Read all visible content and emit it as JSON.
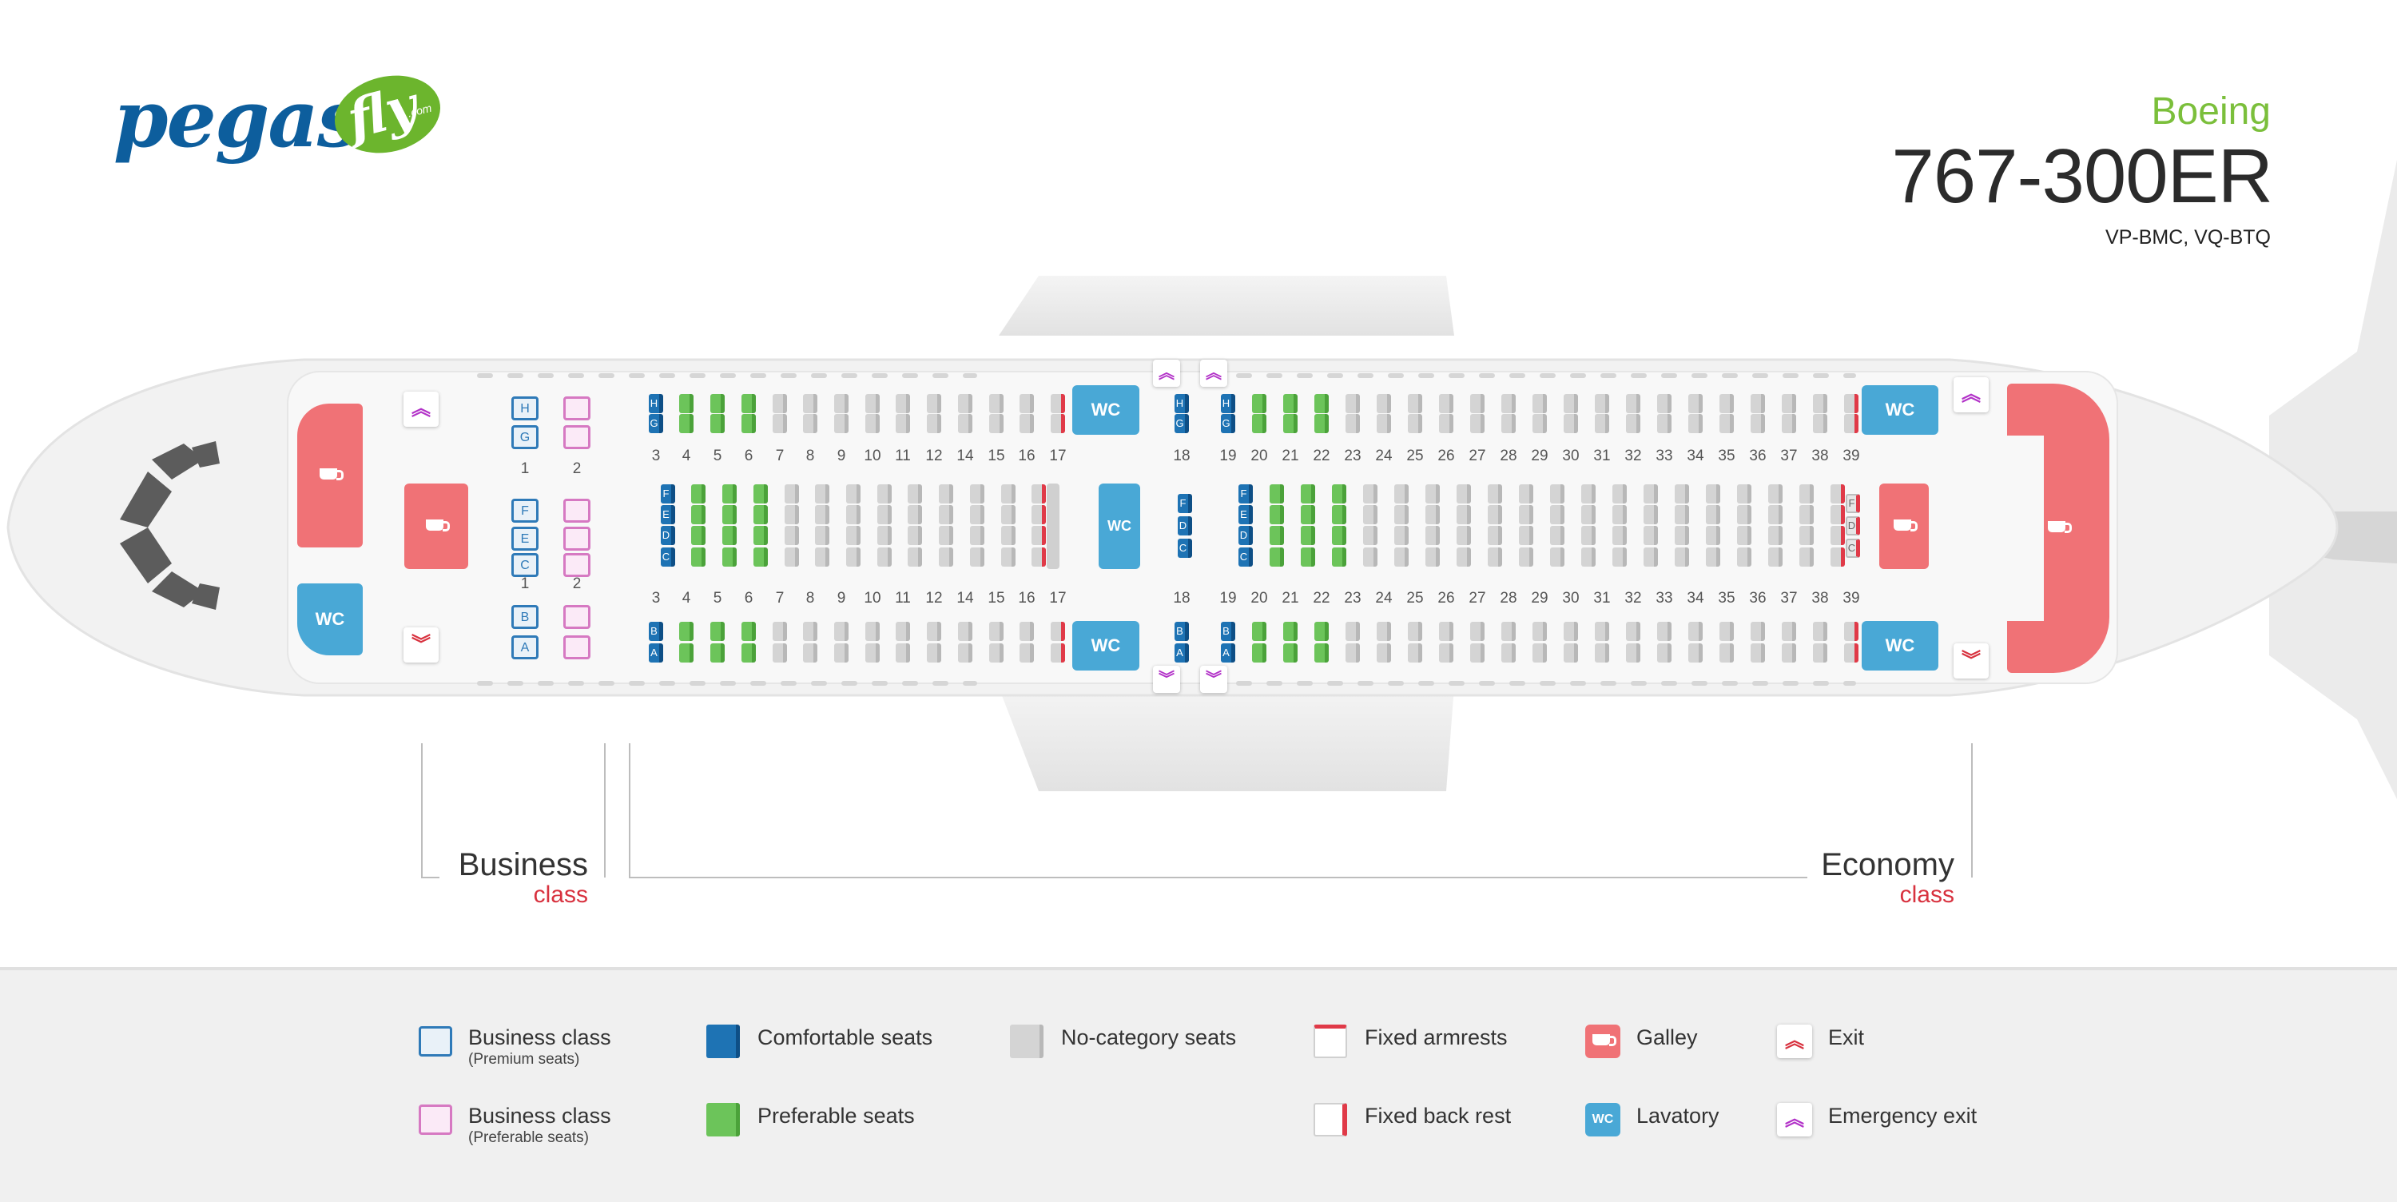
{
  "logo": {
    "text_main": "pegas",
    "text_badge": "fly",
    "text_badge_small": ".com"
  },
  "header": {
    "brand": "Boeing",
    "model": "767-300ER",
    "registrations": "VP-BMC, VQ-BTQ"
  },
  "colors": {
    "business_premium": "#2f7ab8",
    "business_preferable": "#d679c2",
    "comfortable": "#1e73b4",
    "preferable": "#6cc45a",
    "no_category": "#d4d4d4",
    "fixed_armrest": "#e03a48",
    "galley": "#f07276",
    "lavatory": "#49a8d6",
    "exit": "#d8323f",
    "emergency_exit": "#b232c8"
  },
  "facilities": {
    "wc_label": "WC"
  },
  "exits": {
    "exit_symbol": "︽",
    "exit_symbol_down": "︾"
  },
  "cabin": {
    "business_rows": [
      "1",
      "2"
    ],
    "business_letters_top": [
      "H",
      "G"
    ],
    "business_letters_mid": [
      "F",
      "E",
      "C"
    ],
    "business_letters_bot": [
      "B",
      "A"
    ],
    "front_rows": [
      "3",
      "4",
      "5",
      "6",
      "7",
      "8",
      "9",
      "10",
      "11",
      "12",
      "14",
      "15",
      "16",
      "17"
    ],
    "rear_rows": [
      "18",
      "19",
      "20",
      "21",
      "22",
      "23",
      "24",
      "25",
      "26",
      "27",
      "28",
      "29",
      "30",
      "31",
      "32",
      "33",
      "34",
      "35",
      "36",
      "37",
      "38",
      "39"
    ],
    "window_top_letters": [
      "H",
      "G"
    ],
    "center_letters": [
      "F",
      "E",
      "D",
      "C"
    ],
    "window_bottom_letters": [
      "B",
      "A"
    ],
    "row18_center_letters": [
      "F",
      "D",
      "C"
    ],
    "row39_center_letters": [
      "F",
      "D",
      "C"
    ]
  },
  "classes": {
    "business": {
      "name": "Business",
      "sub": "class"
    },
    "economy": {
      "name": "Economy",
      "sub": "class"
    }
  },
  "legend": {
    "business_premium": {
      "label": "Business class",
      "sub": "(Premium seats)"
    },
    "business_preferable": {
      "label": "Business class",
      "sub": "(Preferable seats)"
    },
    "comfortable": {
      "label": "Comfortable seats"
    },
    "preferable": {
      "label": "Preferable seats"
    },
    "no_category": {
      "label": "No-category seats"
    },
    "fixed_armrests": {
      "label": "Fixed armrests"
    },
    "fixed_back_rest": {
      "label": "Fixed back rest"
    },
    "galley": {
      "label": "Galley"
    },
    "lavatory": {
      "label": "Lavatory",
      "icon": "WC"
    },
    "exit": {
      "label": "Exit"
    },
    "emergency_exit": {
      "label": "Emergency exit"
    }
  }
}
